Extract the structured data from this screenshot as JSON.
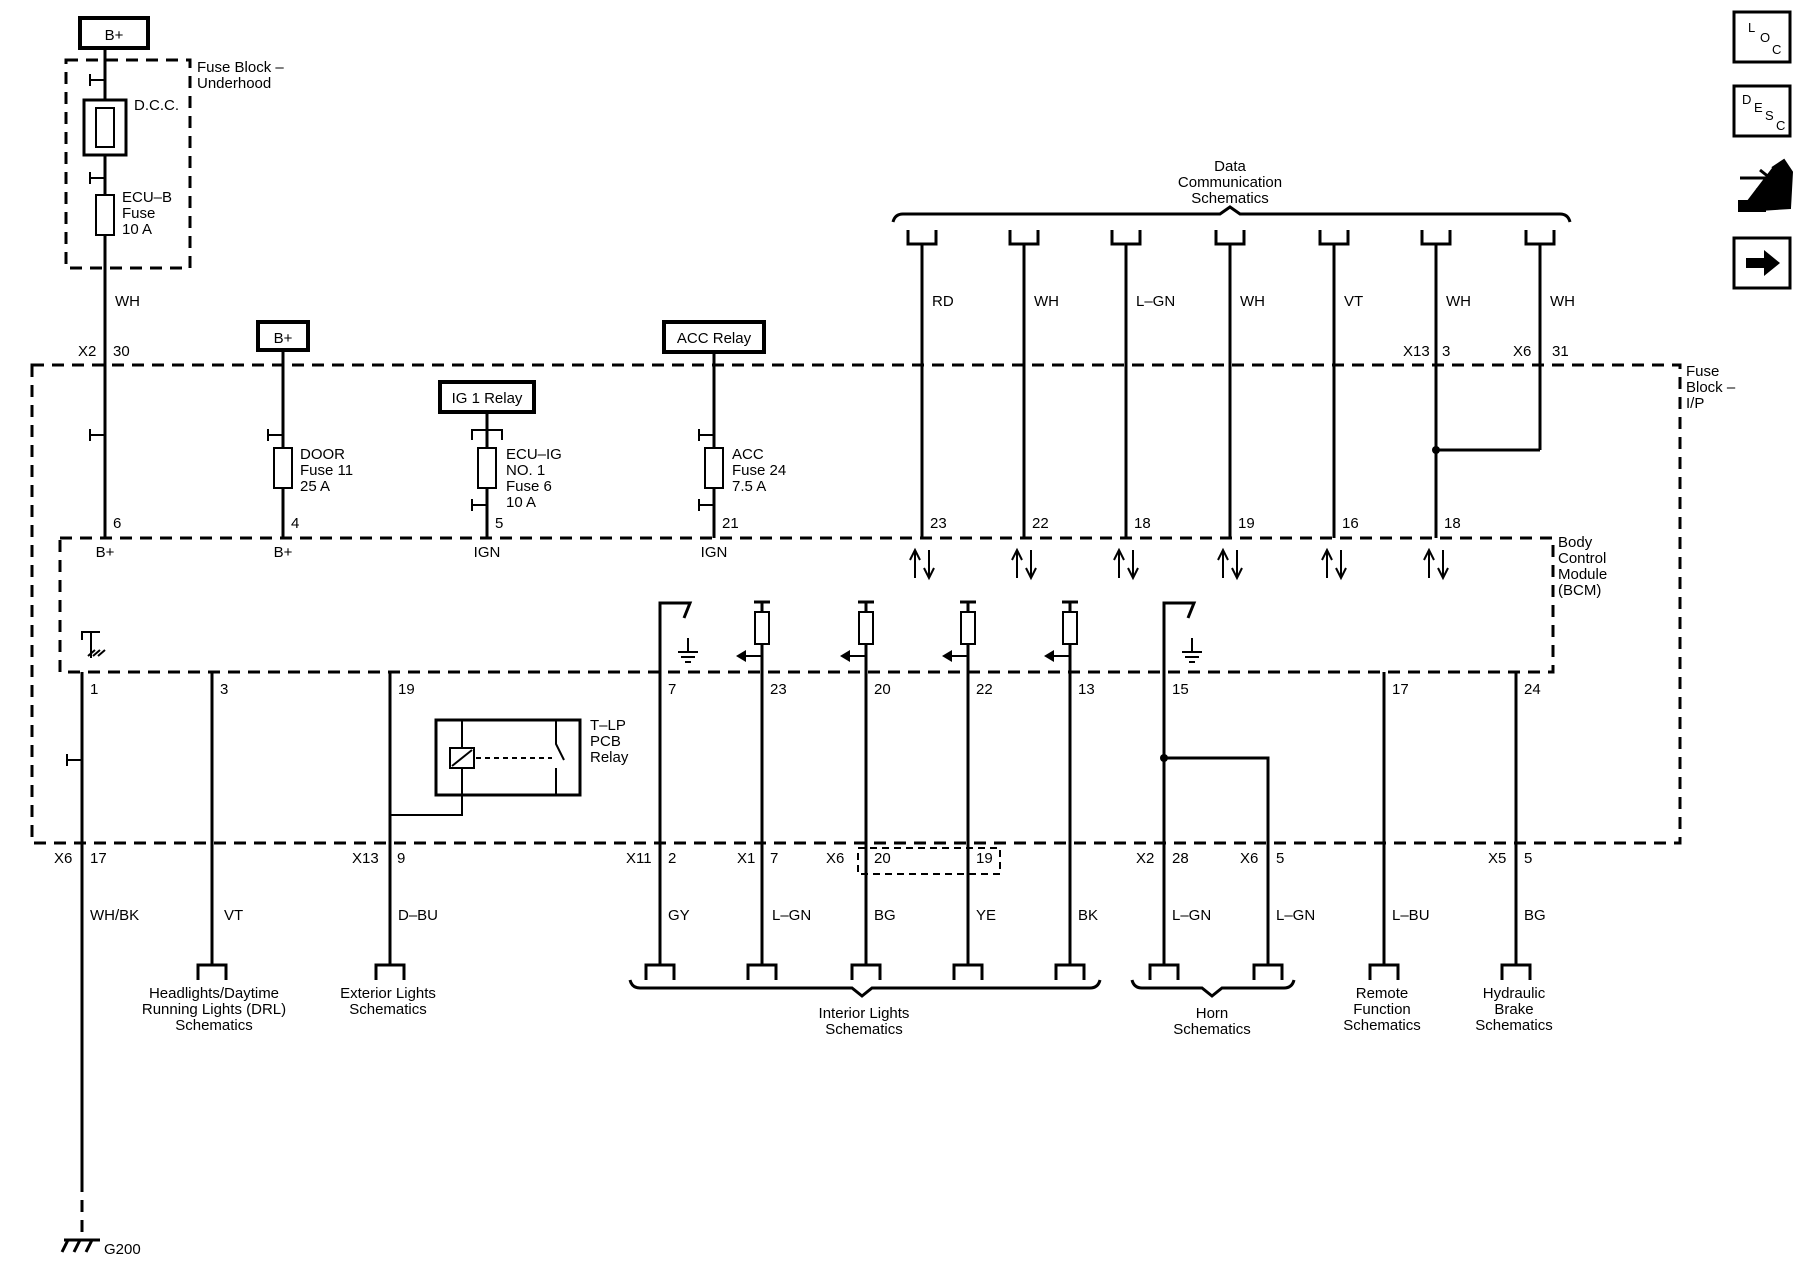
{
  "supply_labels": {
    "b_plus_top": "B+",
    "b_plus_ip": "B+",
    "ig1_relay": "IG 1 Relay",
    "acc_relay": "ACC Relay"
  },
  "fuse_block_underhood": {
    "line1": "Fuse Block –",
    "line2": "Underhood",
    "dcc": "D.C.C.",
    "ecu_b_line1": "ECU–B",
    "ecu_b_line2": "Fuse",
    "ecu_b_line3": "10 A",
    "wire_color": "WH",
    "connector": "X2",
    "pin": "30"
  },
  "fuse_block_ip": {
    "line1": "Fuse",
    "line2": "Block –",
    "line3": "I/P",
    "door_line1": "DOOR",
    "door_line2": "Fuse 11",
    "door_line3": "25 A",
    "ecuig_line1": "ECU–IG",
    "ecuig_line2": "NO. 1",
    "ecuig_line3": "Fuse 6",
    "ecuig_line4": "10 A",
    "acc_line1": "ACC",
    "acc_line2": "Fuse 24",
    "acc_line3": "7.5 A",
    "x13": "X13",
    "x13_pin": "3",
    "x6": "X6",
    "x6_pin": "31"
  },
  "data_comm": {
    "line1": "Data",
    "line2": "Communication",
    "line3": "Schematics",
    "wires": [
      "RD",
      "WH",
      "L–GN",
      "WH",
      "VT",
      "WH",
      "WH"
    ],
    "bcm_pins": [
      "23",
      "22",
      "18",
      "19",
      "16",
      "18"
    ]
  },
  "bcm": {
    "line1": "Body",
    "line2": "Control",
    "line3": "Module",
    "line4": "(BCM)",
    "input_pins": [
      "6",
      "4",
      "5",
      "21"
    ],
    "input_names": [
      "B+",
      "B+",
      "IGN",
      "IGN"
    ],
    "output_pins": [
      "1",
      "3",
      "19",
      "7",
      "23",
      "20",
      "22",
      "13",
      "15",
      "17",
      "24"
    ]
  },
  "relay": {
    "line1": "T–LP",
    "line2": "PCB",
    "line3": "Relay"
  },
  "connectors": {
    "x6_17": [
      "X6",
      "17"
    ],
    "x13_9": [
      "X13",
      "9"
    ],
    "x11_2": [
      "X11",
      "2"
    ],
    "x1_7": [
      "X1",
      "7"
    ],
    "x6_20": [
      "X6",
      "20"
    ],
    "p19": "19",
    "x2_28": [
      "X2",
      "28"
    ],
    "x6_5": [
      "X6",
      "5"
    ],
    "x5_5": [
      "X5",
      "5"
    ]
  },
  "lower_wires": [
    "WH/BK",
    "VT",
    "D–BU",
    "GY",
    "L–GN",
    "BG",
    "YE",
    "BK",
    "L–GN",
    "L–GN",
    "L–BU",
    "BG"
  ],
  "destinations": {
    "headlights": [
      "Headlights/Daytime",
      "Running Lights (DRL)",
      "Schematics"
    ],
    "exterior": [
      "Exterior Lights",
      "Schematics"
    ],
    "interior": [
      "Interior Lights",
      "Schematics"
    ],
    "horn": [
      "Horn",
      "Schematics"
    ],
    "remote": [
      "Remote",
      "Function",
      "Schematics"
    ],
    "hydraulic": [
      "Hydraulic",
      "Brake",
      "Schematics"
    ]
  },
  "ground": "G200",
  "nav": {
    "loc": [
      "L",
      "O",
      "C"
    ],
    "desc": [
      "D",
      "E",
      "S",
      "C"
    ]
  }
}
